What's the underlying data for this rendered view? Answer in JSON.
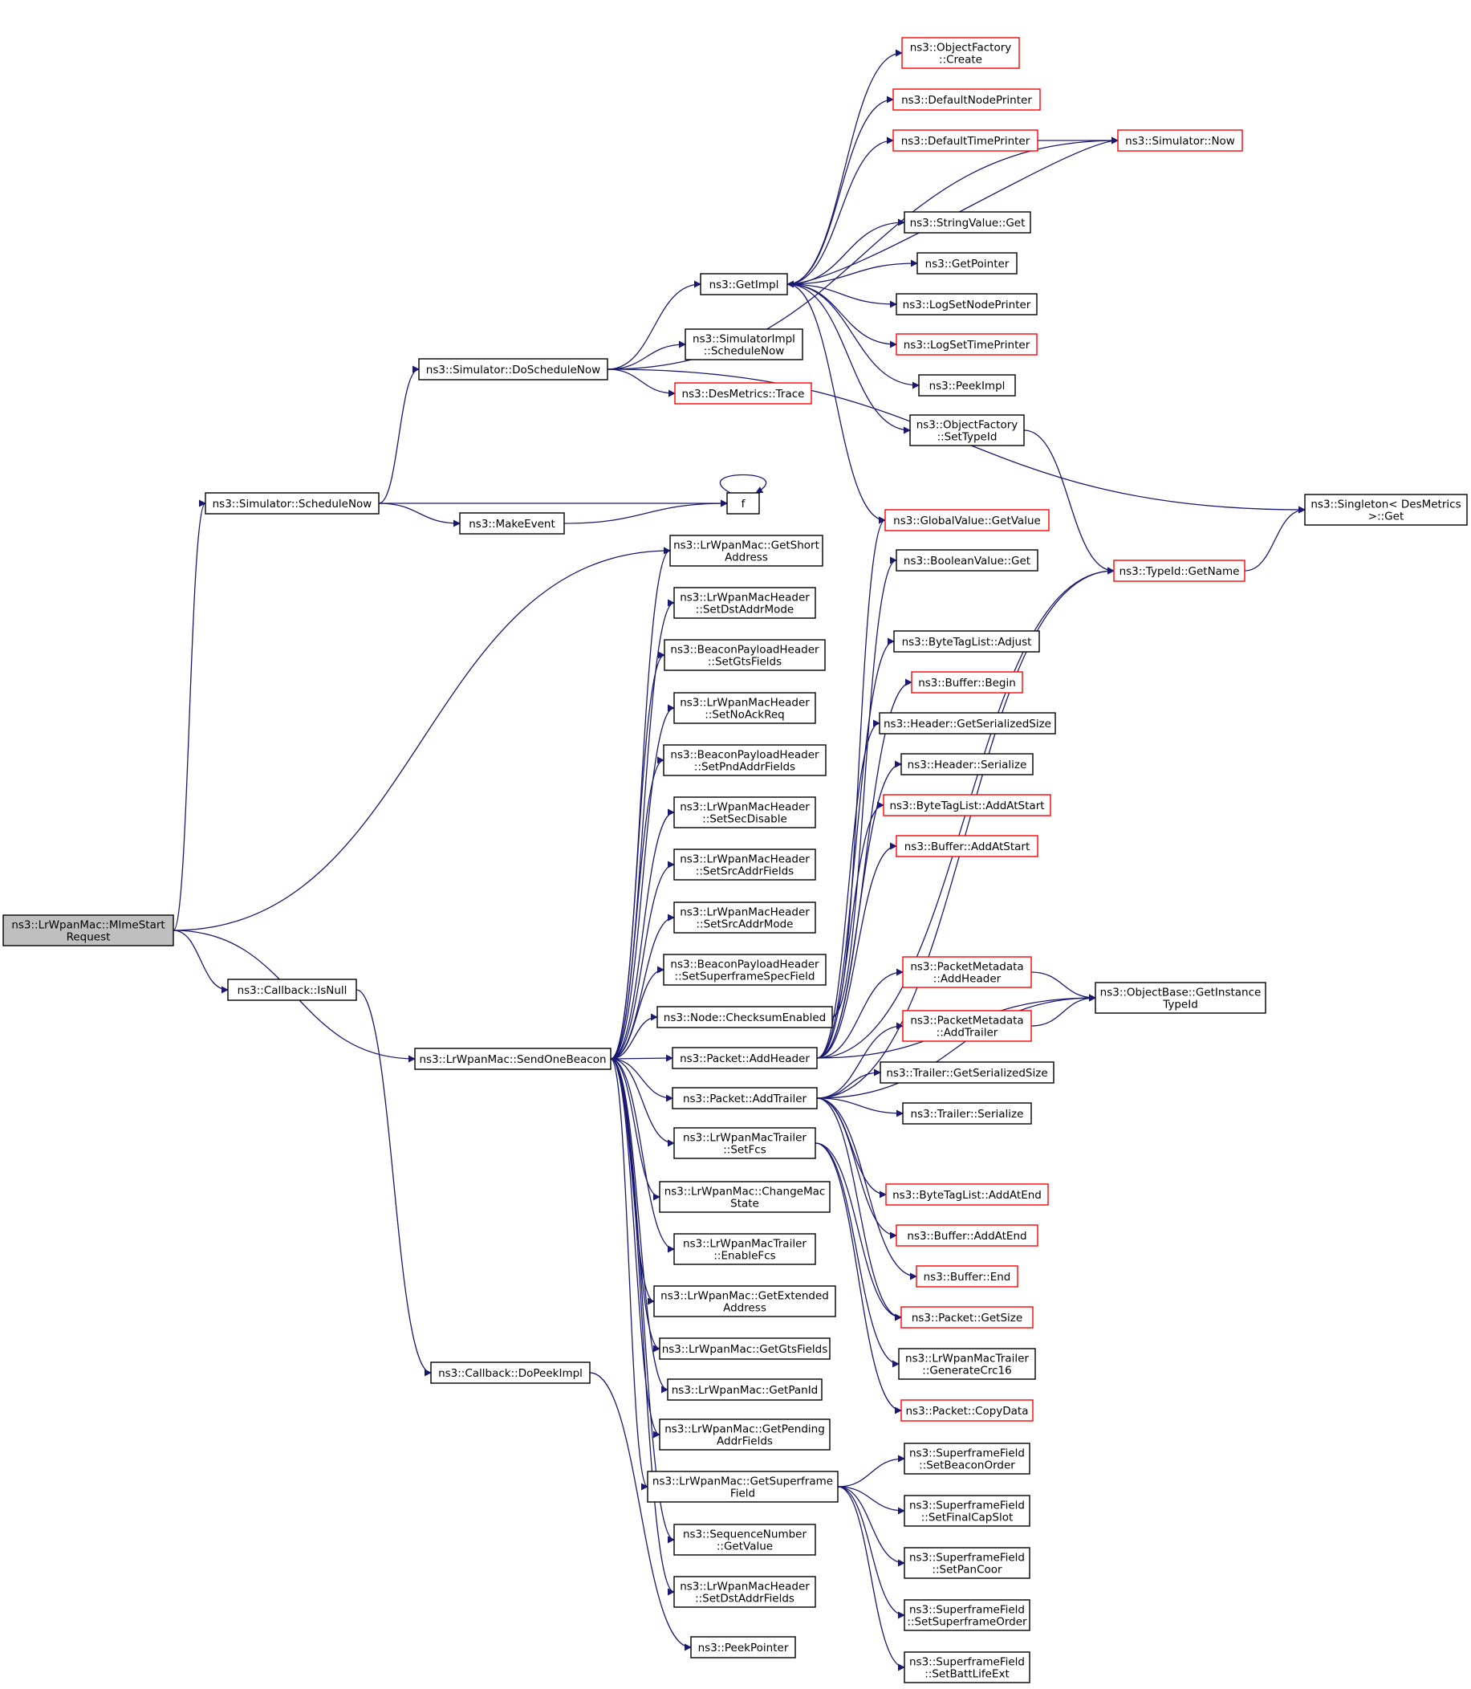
{
  "graph": {
    "colors": {
      "edge": "#191970",
      "truncated_border": "#ff0000",
      "normal_border": "#000000",
      "root_fill": "#bfbfbf"
    },
    "nodes": [
      {
        "id": "root",
        "lines": [
          "ns3::LrWpanMac::MlmeStart",
          "Request"
        ],
        "kind": "root"
      },
      {
        "id": "isnull",
        "lines": [
          "ns3::Callback::IsNull"
        ],
        "kind": "normal"
      },
      {
        "id": "dopeek",
        "lines": [
          "ns3::Callback::DoPeekImpl"
        ],
        "kind": "normal"
      },
      {
        "id": "peekptr",
        "lines": [
          "ns3::PeekPointer"
        ],
        "kind": "normal"
      },
      {
        "id": "schednow",
        "lines": [
          "ns3::Simulator::ScheduleNow"
        ],
        "kind": "normal"
      },
      {
        "id": "doschednow",
        "lines": [
          "ns3::Simulator::DoScheduleNow"
        ],
        "kind": "normal"
      },
      {
        "id": "makeevent",
        "lines": [
          "ns3::MakeEvent"
        ],
        "kind": "normal"
      },
      {
        "id": "f",
        "lines": [
          "f"
        ],
        "kind": "normal"
      },
      {
        "id": "getimpl",
        "lines": [
          "ns3::GetImpl"
        ],
        "kind": "normal"
      },
      {
        "id": "simimplsched",
        "lines": [
          "ns3::SimulatorImpl",
          "::ScheduleNow"
        ],
        "kind": "normal"
      },
      {
        "id": "desmtrace",
        "lines": [
          "ns3::DesMetrics::Trace"
        ],
        "kind": "trunc"
      },
      {
        "id": "ofcreate",
        "lines": [
          "ns3::ObjectFactory",
          "::Create"
        ],
        "kind": "trunc"
      },
      {
        "id": "defnodeprinter",
        "lines": [
          "ns3::DefaultNodePrinter"
        ],
        "kind": "trunc"
      },
      {
        "id": "deftimeprinter",
        "lines": [
          "ns3::DefaultTimePrinter"
        ],
        "kind": "trunc"
      },
      {
        "id": "simnow",
        "lines": [
          "ns3::Simulator::Now"
        ],
        "kind": "trunc"
      },
      {
        "id": "strvalget",
        "lines": [
          "ns3::StringValue::Get"
        ],
        "kind": "normal"
      },
      {
        "id": "getpointer",
        "lines": [
          "ns3::GetPointer"
        ],
        "kind": "normal"
      },
      {
        "id": "logsetnode",
        "lines": [
          "ns3::LogSetNodePrinter"
        ],
        "kind": "normal"
      },
      {
        "id": "logsettime",
        "lines": [
          "ns3::LogSetTimePrinter"
        ],
        "kind": "trunc"
      },
      {
        "id": "peekimpl",
        "lines": [
          "ns3::PeekImpl"
        ],
        "kind": "normal"
      },
      {
        "id": "ofsettype",
        "lines": [
          "ns3::ObjectFactory",
          "::SetTypeId"
        ],
        "kind": "normal"
      },
      {
        "id": "singletonget",
        "lines": [
          "ns3::Singleton< DesMetrics",
          ">::Get"
        ],
        "kind": "normal"
      },
      {
        "id": "globalvalget",
        "lines": [
          "ns3::GlobalValue::GetValue"
        ],
        "kind": "trunc"
      },
      {
        "id": "boolvalget",
        "lines": [
          "ns3::BooleanValue::Get"
        ],
        "kind": "normal"
      },
      {
        "id": "typeidgetname",
        "lines": [
          "ns3::TypeId::GetName"
        ],
        "kind": "trunc"
      },
      {
        "id": "btladjust",
        "lines": [
          "ns3::ByteTagList::Adjust"
        ],
        "kind": "normal"
      },
      {
        "id": "bufbegin",
        "lines": [
          "ns3::Buffer::Begin"
        ],
        "kind": "trunc"
      },
      {
        "id": "hdrgetsize",
        "lines": [
          "ns3::Header::GetSerializedSize"
        ],
        "kind": "normal"
      },
      {
        "id": "hdrser",
        "lines": [
          "ns3::Header::Serialize"
        ],
        "kind": "normal"
      },
      {
        "id": "btladdstart",
        "lines": [
          "ns3::ByteTagList::AddAtStart"
        ],
        "kind": "trunc"
      },
      {
        "id": "bufaddstart",
        "lines": [
          "ns3::Buffer::AddAtStart"
        ],
        "kind": "trunc"
      },
      {
        "id": "pmaddhdr",
        "lines": [
          "ns3::PacketMetadata",
          "::AddHeader"
        ],
        "kind": "trunc"
      },
      {
        "id": "pmaddtrl",
        "lines": [
          "ns3::PacketMetadata",
          "::AddTrailer"
        ],
        "kind": "trunc"
      },
      {
        "id": "objgetinst",
        "lines": [
          "ns3::ObjectBase::GetInstance",
          "TypeId"
        ],
        "kind": "normal"
      },
      {
        "id": "trlgetsize",
        "lines": [
          "ns3::Trailer::GetSerializedSize"
        ],
        "kind": "normal"
      },
      {
        "id": "trlser",
        "lines": [
          "ns3::Trailer::Serialize"
        ],
        "kind": "normal"
      },
      {
        "id": "btladdend",
        "lines": [
          "ns3::ByteTagList::AddAtEnd"
        ],
        "kind": "trunc"
      },
      {
        "id": "bufaddend",
        "lines": [
          "ns3::Buffer::AddAtEnd"
        ],
        "kind": "trunc"
      },
      {
        "id": "bufend",
        "lines": [
          "ns3::Buffer::End"
        ],
        "kind": "trunc"
      },
      {
        "id": "pktgetsize",
        "lines": [
          "ns3::Packet::GetSize"
        ],
        "kind": "trunc"
      },
      {
        "id": "gencrc",
        "lines": [
          "ns3::LrWpanMacTrailer",
          "::GenerateCrc16"
        ],
        "kind": "normal"
      },
      {
        "id": "pktcopy",
        "lines": [
          "ns3::Packet::CopyData"
        ],
        "kind": "trunc"
      },
      {
        "id": "sendbeacon",
        "lines": [
          "ns3::LrWpanMac::SendOneBeacon"
        ],
        "kind": "normal"
      },
      {
        "id": "getshort",
        "lines": [
          "ns3::LrWpanMac::GetShort",
          "Address"
        ],
        "kind": "normal"
      },
      {
        "id": "setdstmode",
        "lines": [
          "ns3::LrWpanMacHeader",
          "::SetDstAddrMode"
        ],
        "kind": "normal"
      },
      {
        "id": "setgts",
        "lines": [
          "ns3::BeaconPayloadHeader",
          "::SetGtsFields"
        ],
        "kind": "normal"
      },
      {
        "id": "setnoack",
        "lines": [
          "ns3::LrWpanMacHeader",
          "::SetNoAckReq"
        ],
        "kind": "normal"
      },
      {
        "id": "setpnd",
        "lines": [
          "ns3::BeaconPayloadHeader",
          "::SetPndAddrFields"
        ],
        "kind": "normal"
      },
      {
        "id": "setsecdis",
        "lines": [
          "ns3::LrWpanMacHeader",
          "::SetSecDisable"
        ],
        "kind": "normal"
      },
      {
        "id": "setsrcfields",
        "lines": [
          "ns3::LrWpanMacHeader",
          "::SetSrcAddrFields"
        ],
        "kind": "normal"
      },
      {
        "id": "setsrcmode",
        "lines": [
          "ns3::LrWpanMacHeader",
          "::SetSrcAddrMode"
        ],
        "kind": "normal"
      },
      {
        "id": "setsuperspec",
        "lines": [
          "ns3::BeaconPayloadHeader",
          "::SetSuperframeSpecField"
        ],
        "kind": "normal"
      },
      {
        "id": "checksum",
        "lines": [
          "ns3::Node::ChecksumEnabled"
        ],
        "kind": "normal"
      },
      {
        "id": "pktaddhdr",
        "lines": [
          "ns3::Packet::AddHeader"
        ],
        "kind": "normal"
      },
      {
        "id": "pktaddtrl",
        "lines": [
          "ns3::Packet::AddTrailer"
        ],
        "kind": "normal"
      },
      {
        "id": "setfcs",
        "lines": [
          "ns3::LrWpanMacTrailer",
          "::SetFcs"
        ],
        "kind": "normal"
      },
      {
        "id": "changestate",
        "lines": [
          "ns3::LrWpanMac::ChangeMac",
          "State"
        ],
        "kind": "normal"
      },
      {
        "id": "enablefcs",
        "lines": [
          "ns3::LrWpanMacTrailer",
          "::EnableFcs"
        ],
        "kind": "normal"
      },
      {
        "id": "getext",
        "lines": [
          "ns3::LrWpanMac::GetExtended",
          "Address"
        ],
        "kind": "normal"
      },
      {
        "id": "getgts",
        "lines": [
          "ns3::LrWpanMac::GetGtsFields"
        ],
        "kind": "normal"
      },
      {
        "id": "getpanid",
        "lines": [
          "ns3::LrWpanMac::GetPanId"
        ],
        "kind": "normal"
      },
      {
        "id": "getpending",
        "lines": [
          "ns3::LrWpanMac::GetPending",
          "AddrFields"
        ],
        "kind": "normal"
      },
      {
        "id": "getsuperfield",
        "lines": [
          "ns3::LrWpanMac::GetSuperframe",
          "Field"
        ],
        "kind": "normal"
      },
      {
        "id": "seqgetval",
        "lines": [
          "ns3::SequenceNumber",
          "::GetValue"
        ],
        "kind": "normal"
      },
      {
        "id": "setdstfields",
        "lines": [
          "ns3::LrWpanMacHeader",
          "::SetDstAddrFields"
        ],
        "kind": "normal"
      },
      {
        "id": "sfbeacon",
        "lines": [
          "ns3::SuperframeField",
          "::SetBeaconOrder"
        ],
        "kind": "normal"
      },
      {
        "id": "sffinalcap",
        "lines": [
          "ns3::SuperframeField",
          "::SetFinalCapSlot"
        ],
        "kind": "normal"
      },
      {
        "id": "sfpancoor",
        "lines": [
          "ns3::SuperframeField",
          "::SetPanCoor"
        ],
        "kind": "normal"
      },
      {
        "id": "sfsuperorder",
        "lines": [
          "ns3::SuperframeField",
          "::SetSuperframeOrder"
        ],
        "kind": "normal"
      },
      {
        "id": "sfbatt",
        "lines": [
          "ns3::SuperframeField",
          "::SetBattLifeExt"
        ],
        "kind": "normal"
      }
    ]
  }
}
